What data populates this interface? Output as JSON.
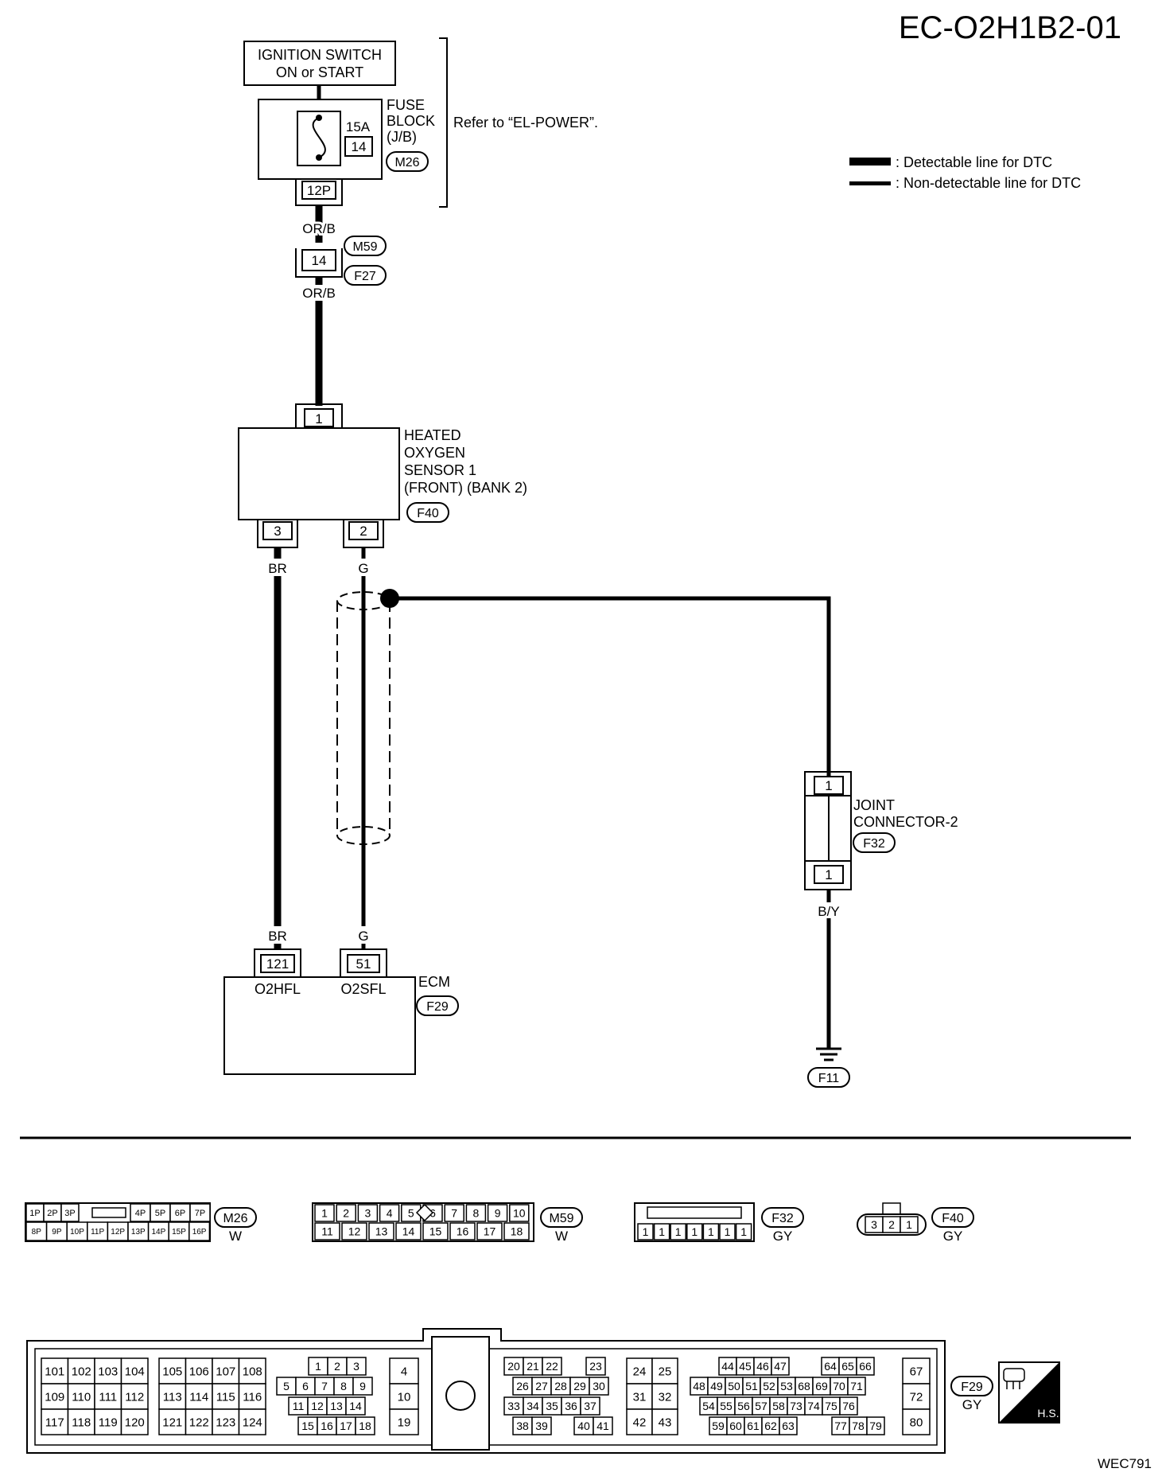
{
  "diagram_id": "EC-O2H1B2-01",
  "figure_code": "WEC791",
  "legend": {
    "detectable": ": Detectable line for DTC",
    "non_detectable": ": Non-detectable line for DTC"
  },
  "ignition": {
    "line1": "IGNITION SWITCH",
    "line2": "ON or START"
  },
  "fuse_block": {
    "line1": "FUSE",
    "line2": "BLOCK",
    "line3": "(J/B)",
    "amps": "15A",
    "fuse_no": "14",
    "connector": "M26",
    "pin": "12P",
    "refer": "Refer to “EL-POWER”."
  },
  "harness_connector": {
    "pin": "14",
    "conn_top": "M59",
    "conn_bottom": "F27"
  },
  "wires": {
    "orb": "OR/B",
    "br": "BR",
    "g": "G",
    "by": "B/Y"
  },
  "sensor": {
    "line1": "HEATED",
    "line2": "OXYGEN",
    "line3": "SENSOR 1",
    "line4": "(FRONT) (BANK 2)",
    "connector": "F40",
    "pin_top": "1",
    "pin_left": "3",
    "pin_right": "2"
  },
  "joint": {
    "line1": "JOINT",
    "line2": "CONNECTOR-2",
    "connector": "F32",
    "pin_top": "1",
    "pin_bottom": "1"
  },
  "ground": {
    "connector": "F11"
  },
  "ecm": {
    "label": "ECM",
    "connector": "F29",
    "pin_left": "121",
    "pin_right": "51",
    "terminal_left": "O2HFL",
    "terminal_right": "O2SFL"
  },
  "connector_views": {
    "m26": {
      "name": "M26",
      "color": "W",
      "row1_left": [
        "1P",
        "2P",
        "3P"
      ],
      "row1_right": [
        "4P",
        "5P",
        "6P",
        "7P"
      ],
      "row2": [
        "8P",
        "9P",
        "10P",
        "11P",
        "12P",
        "13P",
        "14P",
        "15P",
        "16P"
      ]
    },
    "m59": {
      "name": "M59",
      "color": "W",
      "row1": [
        "1",
        "2",
        "3",
        "4",
        "5",
        "6",
        "7",
        "8",
        "9",
        "10"
      ],
      "row2": [
        "11",
        "12",
        "13",
        "14",
        "15",
        "16",
        "17",
        "18"
      ]
    },
    "f32": {
      "name": "F32",
      "color": "GY",
      "pins": [
        "1",
        "1",
        "1",
        "1",
        "1",
        "1",
        "1"
      ]
    },
    "f40": {
      "name": "F40",
      "color": "GY",
      "pins": [
        "3",
        "2",
        "1"
      ]
    },
    "f29": {
      "name": "F29",
      "color": "GY",
      "hs": "H.S.",
      "blockA": [
        [
          "101",
          "102",
          "103",
          "104"
        ],
        [
          "109",
          "110",
          "111",
          "112"
        ],
        [
          "117",
          "118",
          "119",
          "120"
        ]
      ],
      "blockB": [
        [
          "105",
          "106",
          "107",
          "108"
        ],
        [
          "113",
          "114",
          "115",
          "116"
        ],
        [
          "121",
          "122",
          "123",
          "124"
        ]
      ],
      "blockC_r1": [
        "1",
        "2",
        "3"
      ],
      "blockC_r2": [
        "5",
        "6",
        "7",
        "8",
        "9"
      ],
      "blockC_r3": [
        "11",
        "12",
        "13",
        "14"
      ],
      "blockC_r4": [
        "15",
        "16",
        "17",
        "18"
      ],
      "blockD": [
        "4",
        "10",
        "19"
      ],
      "blockE_r1a": [
        "20",
        "21",
        "22"
      ],
      "blockE_r1b": [
        "23"
      ],
      "blockE_r2": [
        "26",
        "27",
        "28",
        "29",
        "30"
      ],
      "blockE_r3": [
        "33",
        "34",
        "35",
        "36",
        "37"
      ],
      "blockE_r4a": [
        "38",
        "39"
      ],
      "blockE_r4b": [
        "40",
        "41"
      ],
      "blockF": [
        [
          "24",
          "25"
        ],
        [
          "31",
          "32"
        ],
        [
          "42",
          "43"
        ]
      ],
      "blockG_r1a": [
        "44",
        "45",
        "46",
        "47"
      ],
      "blockG_r1b": [
        "64",
        "65",
        "66"
      ],
      "blockG_r2": [
        "48",
        "49",
        "50",
        "51",
        "52",
        "53",
        "68",
        "69",
        "70",
        "71"
      ],
      "blockG_r3": [
        "54",
        "55",
        "56",
        "57",
        "58",
        "73",
        "74",
        "75",
        "76"
      ],
      "blockG_r4a": [
        "59",
        "60",
        "61",
        "62",
        "63"
      ],
      "blockG_r4b": [
        "77",
        "78",
        "79"
      ],
      "blockH": [
        "67",
        "72",
        "80"
      ]
    }
  }
}
